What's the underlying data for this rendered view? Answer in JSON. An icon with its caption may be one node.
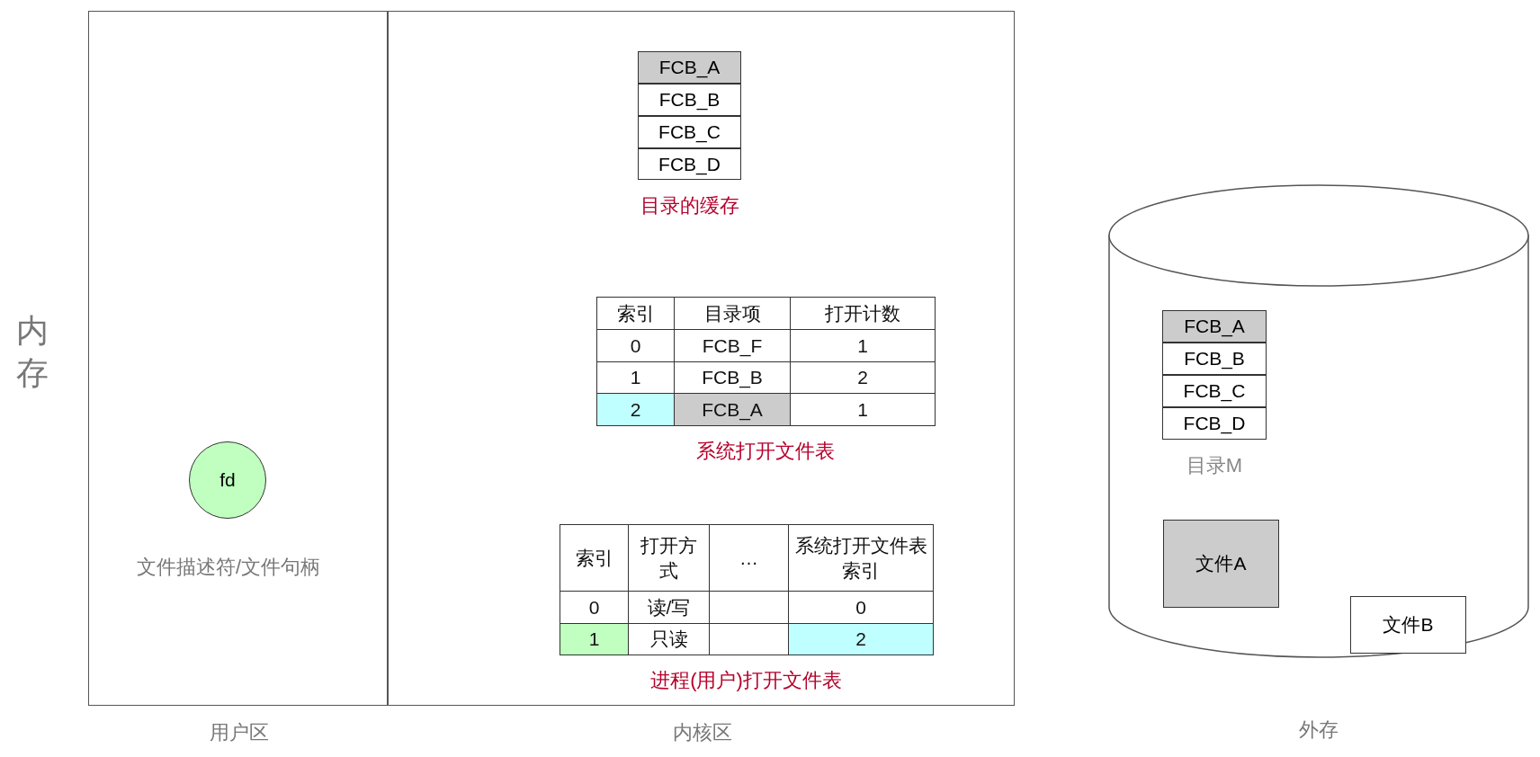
{
  "diagram": {
    "nodes": [
      {
        "text": [
          "用户区"
        ]
      },
      {
        "text": [
          "内核区"
        ]
      },
      {
        "text": [
          "外存"
        ]
      },
      {
        "text": [
          "fd"
        ],
        "beside": [
          "文件描述符/文件句柄"
        ],
        "in": 0
      },
      {
        "text": [
          "目录的缓存"
        ],
        "in": 1
      },
      {
        "text": [
          "FCB_A"
        ],
        "in": 4
      },
      {
        "text": [
          "FCB_B"
        ],
        "in": 4
      },
      {
        "text": [
          "FCB_C"
        ],
        "in": 4
      },
      {
        "text": [
          "FCB_D"
        ],
        "in": 4
      },
      {
        "text": [
          "系统打开文件表"
        ],
        "in": 1
      },
      {
        "text": [
          "进程(用户)打开文件表"
        ],
        "in": 1
      },
      {
        "text": [
          "目录M"
        ],
        "in": 2
      },
      {
        "text": [
          "FCB_A"
        ],
        "in": 11
      },
      {
        "text": [
          "FCB_B"
        ],
        "in": 11
      },
      {
        "text": [
          "FCB_C"
        ],
        "in": 11
      },
      {
        "text": [
          "FCB_D"
        ],
        "in": 11
      },
      {
        "text": [
          "文件A"
        ],
        "in": 2
      },
      {
        "text": [
          "文件B"
        ],
        "in": 2
      }
    ],
    "edges": [],
    "labels": [
      "内存",
      "索引",
      "目录项",
      "打开计数",
      "0",
      "FCB_F",
      "1",
      "1",
      "FCB_B",
      "2",
      "2",
      "FCB_A",
      "1",
      "索引",
      "打开方式",
      "…",
      "系统打开文件表索引",
      "0",
      "读/写",
      "0",
      "1",
      "只读",
      "2"
    ]
  }
}
